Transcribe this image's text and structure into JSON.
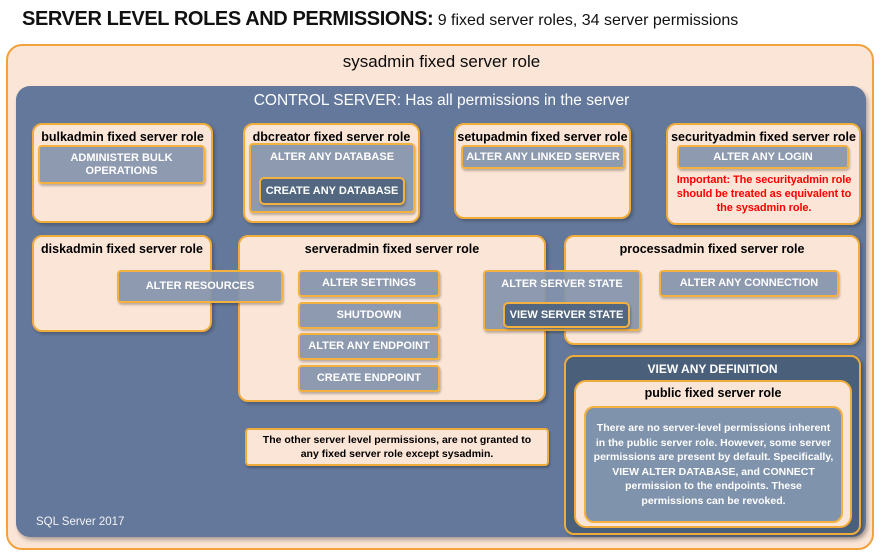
{
  "header": {
    "title_strong": "SERVER LEVEL ROLES AND PERMISSIONS:",
    "title_sub": " 9 fixed server roles, 34 server permissions"
  },
  "sysadmin": {
    "label": "sysadmin fixed server role"
  },
  "control_server": {
    "label": "CONTROL SERVER: Has all permissions in the server",
    "footer": "SQL Server 2017"
  },
  "roles": {
    "bulkadmin": {
      "label": "bulkadmin fixed server role",
      "permission": "ADMINISTER BULK OPERATIONS"
    },
    "dbcreator": {
      "label": "dbcreator fixed server role",
      "perm_outer": "ALTER ANY DATABASE",
      "perm_nested": "CREATE ANY DATABASE"
    },
    "setupadmin": {
      "label": "setupadmin fixed server role",
      "permission": "ALTER ANY LINKED SERVER"
    },
    "securityadmin": {
      "label": "securityadmin fixed server role",
      "permission": "ALTER ANY LOGIN",
      "warning": "Important: The securityadmin role should be treated as equivalent to the sysadmin role."
    },
    "diskadmin": {
      "label": "diskadmin fixed server role",
      "permission": "ALTER RESOURCES"
    },
    "serveradmin": {
      "label": "serveradmin fixed server role",
      "perms": [
        "ALTER SETTINGS",
        "SHUTDOWN",
        "ALTER ANY ENDPOINT",
        "CREATE ENDPOINT"
      ],
      "perm_shared_outer": "ALTER SERVER STATE",
      "perm_shared_nested": "VIEW SERVER STATE"
    },
    "processadmin": {
      "label": "processadmin fixed server role",
      "permission": "ALTER ANY CONNECTION"
    }
  },
  "note": "The other server level permissions, are not granted to any fixed server role except sysadmin.",
  "view_any_definition": {
    "label": "VIEW ANY DEFINITION",
    "public_role": {
      "label": "public fixed server role",
      "description": "There are no server-level permissions inherent in the public server role. However, some server permissions are present by default. Specifically, VIEW ALTER DATABASE, and CONNECT permission to the endpoints. These permissions can be revoked."
    }
  },
  "colors": {
    "peach_fill": "#FBE5D6",
    "orange_border": "#F2A13C",
    "gold_border": "#F0AC3A",
    "slate_fill": "#64789B",
    "permission_fill": "#8494AC",
    "permission_dark_fill": "#536880",
    "definition_fill": "#4A607A",
    "warning_red": "#FF0000"
  }
}
